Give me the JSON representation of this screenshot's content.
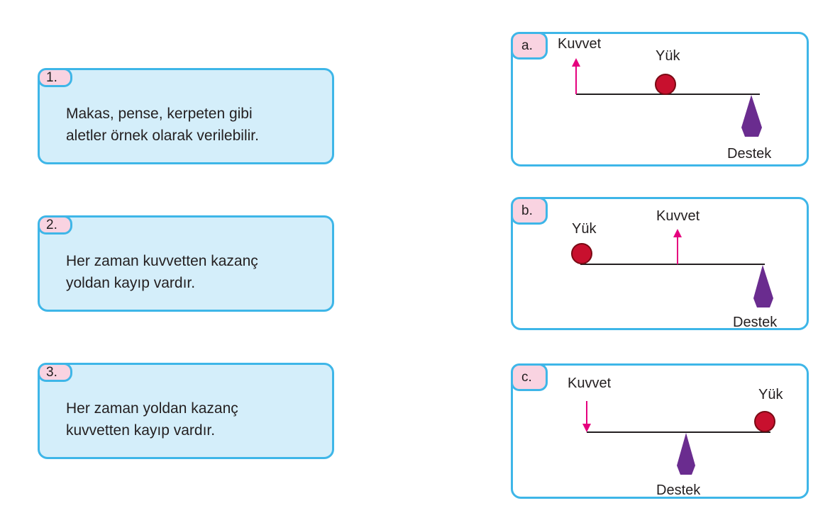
{
  "statements": [
    {
      "number": "1.",
      "text": "Makas, pense, kerpeten gibi\naletler örnek olarak verilebilir."
    },
    {
      "number": "2.",
      "text": "Her zaman kuvvetten kazanç\nyoldan kayıp vardır."
    },
    {
      "number": "3.",
      "text": "Her zaman yoldan kazanç\nkuvvetten kayıp vardır."
    }
  ],
  "levers": [
    {
      "letter": "a.",
      "force_label": "Kuvvet",
      "load_label": "Yük",
      "support_label": "Destek",
      "force_direction": "up"
    },
    {
      "letter": "b.",
      "force_label": "Kuvvet",
      "load_label": "Yük",
      "support_label": "Destek",
      "force_direction": "up"
    },
    {
      "letter": "c.",
      "force_label": "Kuvvet",
      "load_label": "Yük",
      "support_label": "Destek",
      "force_direction": "down"
    }
  ],
  "colors": {
    "card_fill": "#d4eefa",
    "card_border": "#3eb6e8",
    "badge_fill": "#f9d3e1",
    "force_arrow": "#e5007e",
    "load_ball": "#c8102e",
    "support": "#6a2c8f",
    "lever_bar": "#231f20"
  }
}
